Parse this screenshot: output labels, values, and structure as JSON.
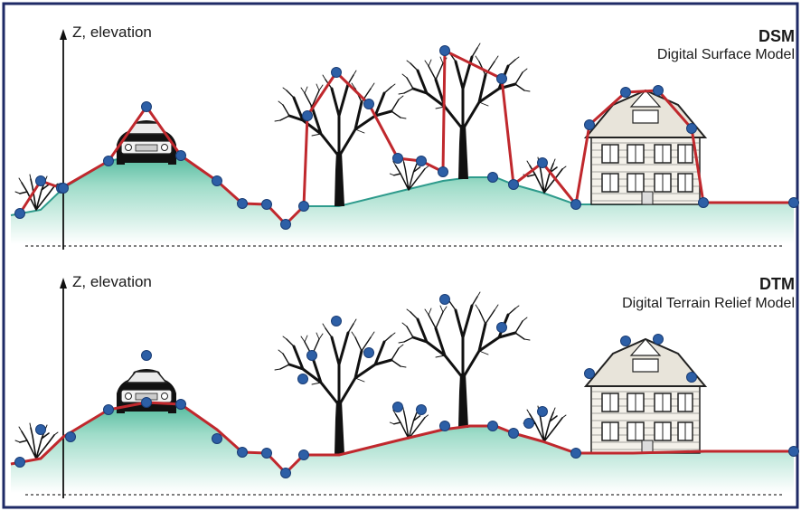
{
  "panels": [
    {
      "axis_label": "Z, elevation",
      "title": "DSM",
      "subtitle": "Digital Surface Model"
    },
    {
      "axis_label": "Z, elevation",
      "title": "DTM",
      "subtitle": "Digital Terrain Relief Model"
    }
  ],
  "colors": {
    "terrain_fill": "#9fdcc9",
    "terrain_top": "#5fbfa6",
    "profile_line": "#c0282d",
    "ground_line": "#2e9b8c",
    "sample_point": "#2d5fa6",
    "border": "#1f2a66",
    "datum_line": "#333333"
  },
  "icons": [
    "car-icon",
    "tree-icon",
    "shrub-icon",
    "house-icon"
  ]
}
